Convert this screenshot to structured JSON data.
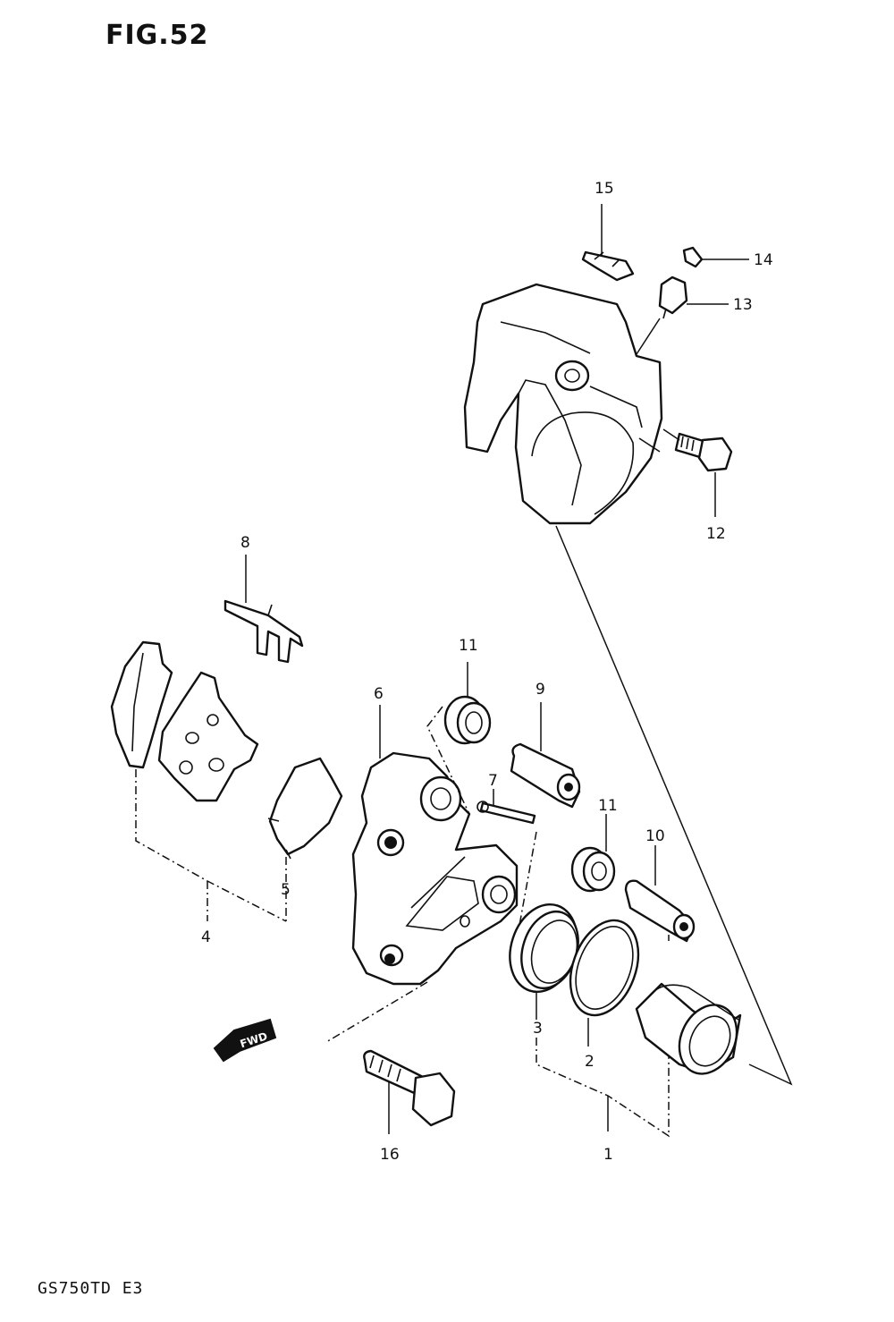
{
  "figure": {
    "title": "FIG.52",
    "model_code": "GS750TD E3",
    "fwd_label": "FWD"
  },
  "callouts": [
    {
      "id": "1",
      "label": "1"
    },
    {
      "id": "2",
      "label": "2"
    },
    {
      "id": "3",
      "label": "3"
    },
    {
      "id": "4",
      "label": "4"
    },
    {
      "id": "5",
      "label": "5"
    },
    {
      "id": "6",
      "label": "6"
    },
    {
      "id": "7",
      "label": "7"
    },
    {
      "id": "8",
      "label": "8"
    },
    {
      "id": "9",
      "label": "9"
    },
    {
      "id": "10",
      "label": "10"
    },
    {
      "id": "11a",
      "label": "11"
    },
    {
      "id": "11b",
      "label": "11"
    },
    {
      "id": "12",
      "label": "12"
    },
    {
      "id": "13",
      "label": "13"
    },
    {
      "id": "14",
      "label": "14"
    },
    {
      "id": "15",
      "label": "15"
    },
    {
      "id": "16",
      "label": "16"
    }
  ]
}
